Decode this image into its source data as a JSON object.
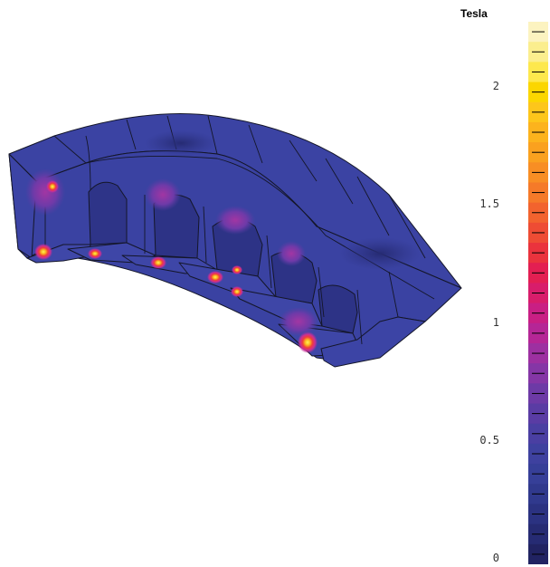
{
  "legend": {
    "unit": "Tesla",
    "ticks": [
      {
        "label": "2",
        "value": 2.0
      },
      {
        "label": "1.5",
        "value": 1.5
      },
      {
        "label": "1",
        "value": 1.0
      },
      {
        "label": "0.5",
        "value": 0.5
      },
      {
        "label": "0",
        "value": 0.0
      }
    ],
    "range": [
      0,
      2.3
    ],
    "bands": [
      "#fcf3c0",
      "#fbee8e",
      "#fde84d",
      "#fbd600",
      "#fdc61b",
      "#fcb31d",
      "#faa11f",
      "#f88e24",
      "#f57a29",
      "#f2632e",
      "#ee4c34",
      "#ea333d",
      "#e31f52",
      "#d81d6b",
      "#c91f84",
      "#b52696",
      "#9d30a1",
      "#8536a6",
      "#6d3aa6",
      "#5a3ca4",
      "#4a3fa2",
      "#3e419f",
      "#363f98",
      "#30398d",
      "#2b3281",
      "#262b73",
      "#212362"
    ]
  },
  "model": {
    "mesh_color": "#3a42a2",
    "dark_color": "#2a2f7a",
    "edge_color": "#141628",
    "hot_colors": [
      "#c92e96",
      "#ef3d3c",
      "#fbb820",
      "#fff05a"
    ]
  }
}
